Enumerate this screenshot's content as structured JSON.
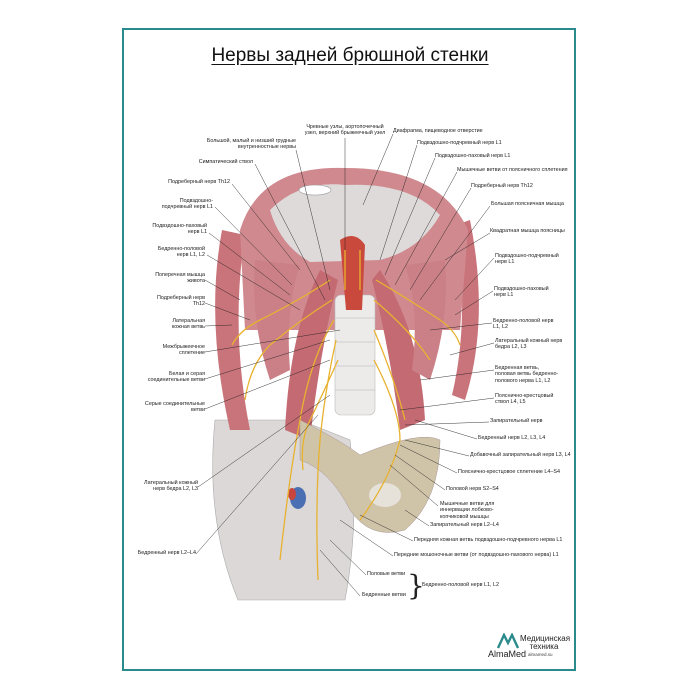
{
  "title": "Нервы задней брюшной стенки",
  "top_label": "Чревные узлы, аортопочечный узел, верхний брыжеечный узел",
  "left_labels": [
    "Большой, малый и низший грудные внутренностные нервы",
    "Симпатический ствол",
    "Подреберный нерв Th12",
    "Подвздошно-подчревный нерв L1",
    "Подвздошно-паховый нерв L1",
    "Бедренно-половой нерв L1, L2",
    "Поперечная мышца живота",
    "Подреберный нерв Th12",
    "Латеральная кожная ветвь",
    "Межбрыжеечное сплетение",
    "Белая и серая соединительные ветви",
    "Серые соединительные ветви",
    "Латеральный кожный нерв бедра L2, L3",
    "Бедренный нерв L2–L4"
  ],
  "right_labels": [
    "Диафрагма, пищеводное отверстие",
    "Подвздошно-подчревный нерв L1",
    "Подвздошно-паховый нерв L1",
    "Мышечные ветви от поясничного сплетения",
    "Подреберный нерв Th12",
    "Большая поясничная мышца",
    "Квадратная мышца поясницы",
    "Подвздошно-подчревный нерв L1",
    "Подвздошно-паховый нерв L1",
    "Бедренно-половой нерв L1, L2",
    "Латеральный кожный нерв бедра L2, L3",
    "Бедренная ветвь, половая ветвь бедренно-полового нерва L1, L2",
    "Пояснично-крестцовый ствол L4, L5",
    "Запирательный нерв",
    "Бедренный нерв L2, L3, L4",
    "Добавочный запирательный нерв L3, L4",
    "Пояснично-крестцовое сплетение L4–S4",
    "Половой нерв S2–S4",
    "Мышечные ветви для иннервации лобково-копчиковой мышцы",
    "Запирательный нерв L2–L4",
    "Передняя кожная ветвь подвздошно-подчревного нерва L1",
    "Передние мошоночные ветви (от подвздошно-пахового нерва) L1"
  ],
  "bottom_labels": {
    "genital": "Половые ветви",
    "femoral": "Бедренные ветви",
    "group": "Бедренно-половой нерв L1, L2"
  },
  "logo": {
    "name": "AlmaMed",
    "tagline": "Медицинская техника",
    "url": "almamed.su"
  },
  "colors": {
    "frame": "#2b8a8c",
    "muscle": "#c8747a",
    "nerve": "#e8b230",
    "tendon": "#d9d6d6"
  }
}
